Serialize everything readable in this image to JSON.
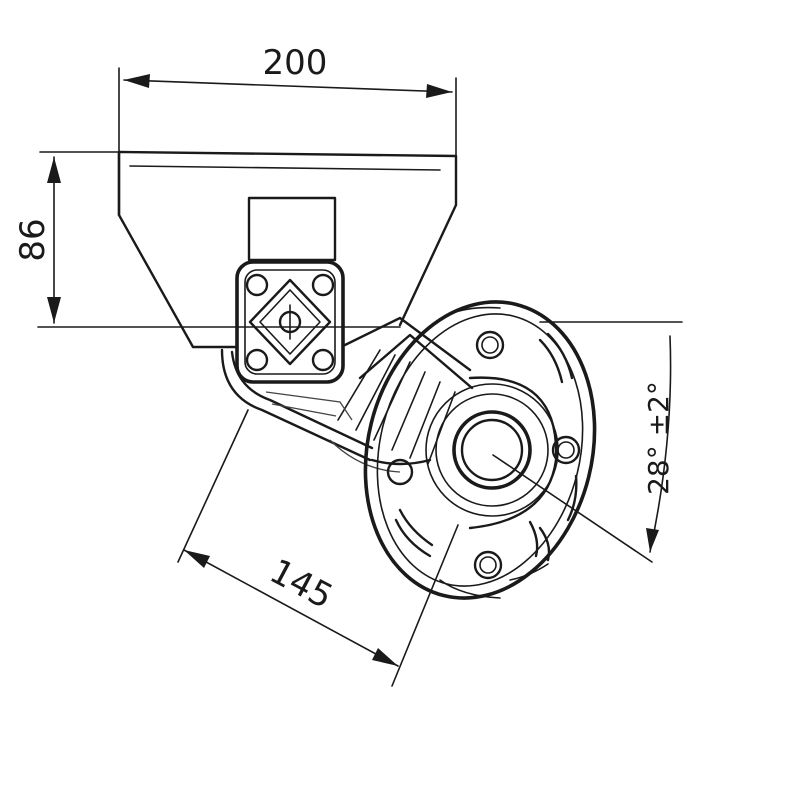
{
  "drawing": {
    "dimensions": {
      "width_top": "200",
      "height_left": "86",
      "arm_length": "145",
      "angle": "28°  ±2°"
    },
    "colors": {
      "ink": "#1a1a1a",
      "paper": "#ffffff"
    }
  }
}
